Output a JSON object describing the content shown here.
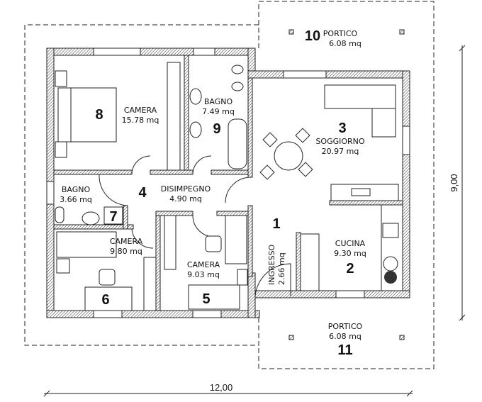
{
  "rooms": {
    "ingresso": {
      "number": "1",
      "name": "INGRESSO",
      "area": "2.66 mq"
    },
    "cucina": {
      "number": "2",
      "name": "CUCINA",
      "area": "9.30 mq"
    },
    "soggiorno": {
      "number": "3",
      "name": "SOGGIORNO",
      "area": "20.97 mq"
    },
    "disimpegno": {
      "number": "4",
      "name": "DISIMPEGNO",
      "area": "4.90 mq"
    },
    "camera5": {
      "number": "5",
      "name": "CAMERA",
      "area": "9.03 mq"
    },
    "camera6": {
      "number": "6",
      "name": "CAMERA",
      "area": "9.80 mq"
    },
    "bagno7": {
      "number": "7",
      "name": "BAGNO",
      "area": "3.66 mq"
    },
    "camera8": {
      "number": "8",
      "name": "CAMERA",
      "area": "15.78 mq"
    },
    "bagno9": {
      "number": "9",
      "name": "BAGNO",
      "area": "7.49 mq"
    },
    "portico10": {
      "number": "10",
      "name": "PORTICO",
      "area": "6.08 mq"
    },
    "portico11": {
      "number": "11",
      "name": "PORTICO",
      "area": "6.08 mq"
    }
  },
  "dimensions": {
    "width": "12,00",
    "depth": "9,00"
  }
}
